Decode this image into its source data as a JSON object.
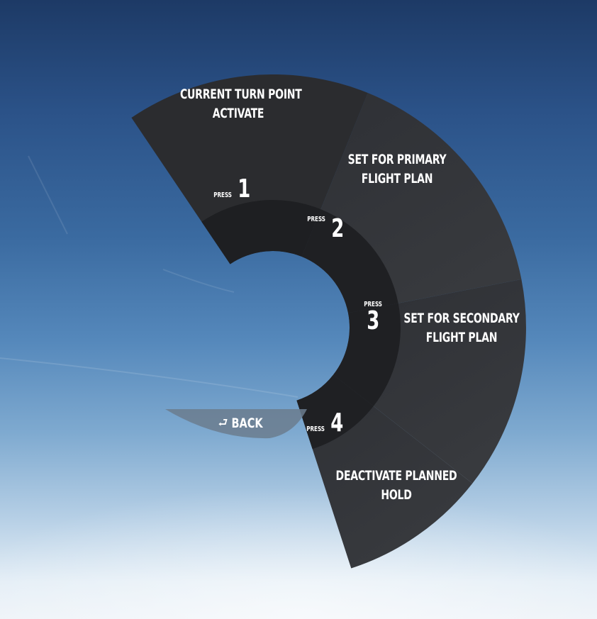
{
  "menu": {
    "options": [
      {
        "key": "1",
        "press_label": "PRESS",
        "label_line1": "CURRENT TURN POINT",
        "label_line2": "ACTIVATE"
      },
      {
        "key": "2",
        "press_label": "PRESS",
        "label_line1": "SET FOR PRIMARY",
        "label_line2": "FLIGHT PLAN"
      },
      {
        "key": "3",
        "press_label": "PRESS",
        "label_line1": "SET FOR SECONDARY",
        "label_line2": "FLIGHT PLAN"
      },
      {
        "key": "4",
        "press_label": "PRESS",
        "label_line1": "DEACTIVATE PLANNED",
        "label_line2": "HOLD"
      }
    ],
    "back": {
      "label": "BACK",
      "icon": "return-arrow-icon",
      "glyph": "⮐"
    }
  },
  "colors": {
    "segment_outer": "#2a2c31",
    "segment_inner": "#1e1f22",
    "back_fill": "#6a7c8c"
  }
}
